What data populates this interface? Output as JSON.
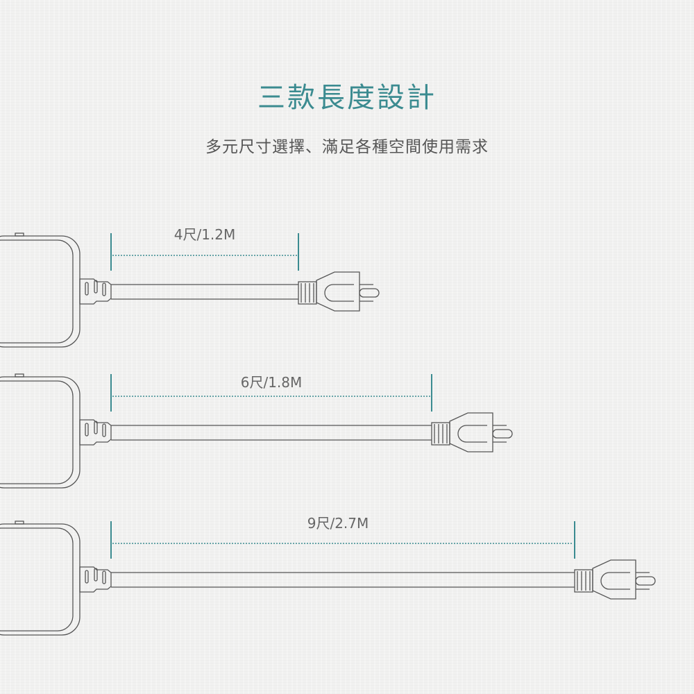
{
  "title": "三款長度設計",
  "subtitle": "多元尺寸選擇、滿足各種空間使用需求",
  "accent_color": "#3b8b90",
  "variants": [
    {
      "label": "4尺/1.2M",
      "feet": 4,
      "meters": 1.2
    },
    {
      "label": "6尺/1.8M",
      "feet": 6,
      "meters": 1.8
    },
    {
      "label": "9尺/2.7M",
      "feet": 9,
      "meters": 2.7
    }
  ]
}
